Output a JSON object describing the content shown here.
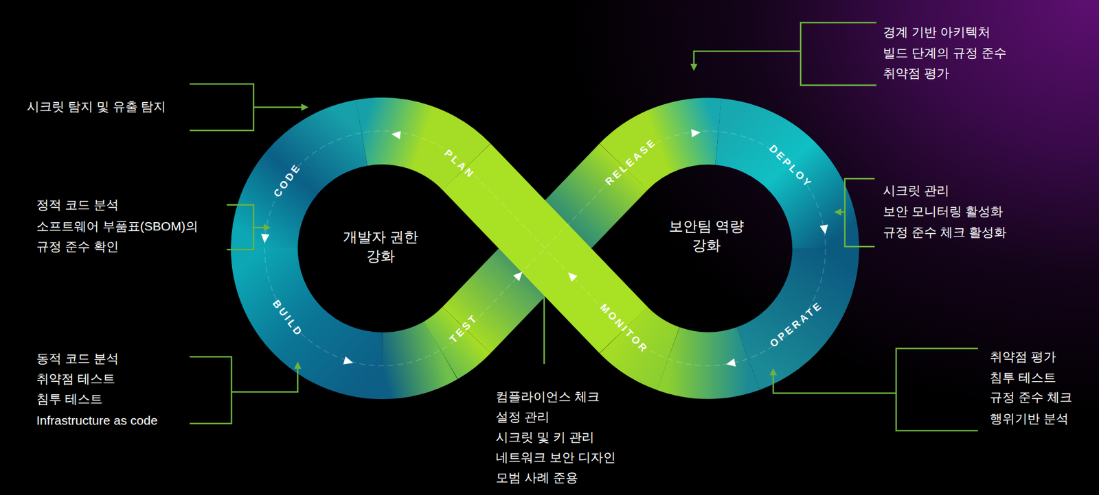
{
  "diagram": {
    "labels": [
      "시크릿 탐지 및 유출 탐지",
      "정적 코드 분석",
      "소프트웨어 부품표(SBOM)의 규정 준수 확인",
      "동적 코드 분석",
      "취약점 테스트",
      "침투 테스트",
      "Infrastructure as code",
      "CODE",
      "BUILD",
      "TEST",
      "PLAN",
      "RELEASE",
      "DEPLOY",
      "OPERATE",
      "MONITOR",
      "개발자 권한 강화",
      "보안팀 역량 강화",
      "경계 기반 아키텍처",
      "빌드 단계의 규정 준수",
      "취약점 평가",
      "시크릿 관리",
      "보안 모니터링 활성화",
      "규정 준수 체크 활성화",
      "취약점 평가",
      "침투 테스트",
      "규정 준수 체크",
      "행위기반 분석",
      "컴플라이언스 체크",
      "설정 관리",
      "시크릿 및 키 관리",
      "네트워크 보안 디자인",
      "모범 사례 준용"
    ]
  }
}
